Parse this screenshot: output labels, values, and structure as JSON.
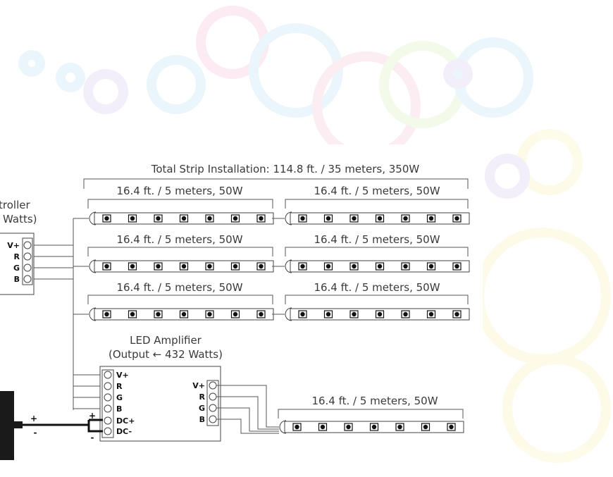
{
  "diagram": {
    "total_label": "Total Strip Installation: 114.8 ft. /  35 meters, 350W",
    "strip_label": "16.4 ft. / 5 meters, 50W",
    "controller_label_line1": "troller",
    "controller_label_line2": "Watts)",
    "controller_terminals": [
      "V+",
      "R",
      "G",
      "B"
    ],
    "amplifier_title": "LED Amplifier",
    "amplifier_subtitle": "(Output ← 432 Watts)",
    "amplifier_inputs": [
      "V+",
      "R",
      "G",
      "B",
      "DC+",
      "DC-"
    ],
    "amplifier_outputs": [
      "V+",
      "R",
      "G",
      "B"
    ],
    "power_plus": "+",
    "power_minus": "-",
    "leds_per_strip": 7
  },
  "colors": {
    "line": "#555555",
    "text": "#3a3a3a",
    "led": "#111111",
    "power_block": "#1a1a1a"
  }
}
